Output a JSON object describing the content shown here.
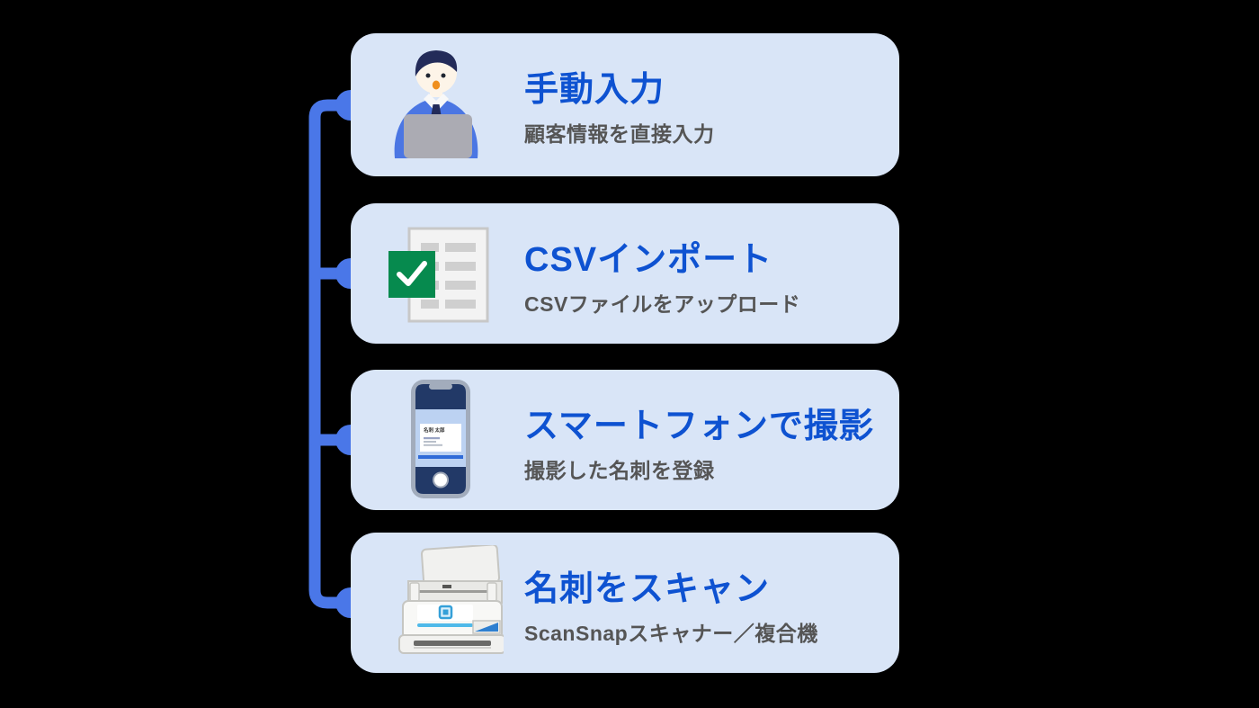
{
  "page": {
    "background": "#000000"
  },
  "colors": {
    "card_background": "#D9E5F7",
    "title_blue": "#0E52D1",
    "subtitle_gray": "#555555",
    "connector_blue": "#4A77E8",
    "check_green": "#068A4E",
    "illustration_navy": "#232B59",
    "illustration_body_blue": "#4B76E3",
    "scanner_accent_cyan": "#4FB9E9"
  },
  "connector": {
    "dot_count": 4
  },
  "cards": [
    {
      "id": "manual-input",
      "icon": "person-typing-icon",
      "title": "手動入力",
      "subtitle": "顧客情報を直接入力"
    },
    {
      "id": "csv-import",
      "icon": "csv-document-check-icon",
      "title": "CSVインポート",
      "subtitle": "CSVファイルをアップロード"
    },
    {
      "id": "smartphone-capture",
      "icon": "smartphone-icon",
      "title": "スマートフォンで撮影",
      "subtitle": "撮影した名刺を登録",
      "phone_card_name": "名刺 太郎"
    },
    {
      "id": "scan-business-card",
      "icon": "scanner-icon",
      "title": "名刺をスキャン",
      "subtitle": "ScanSnapスキャナー／複合機"
    }
  ]
}
